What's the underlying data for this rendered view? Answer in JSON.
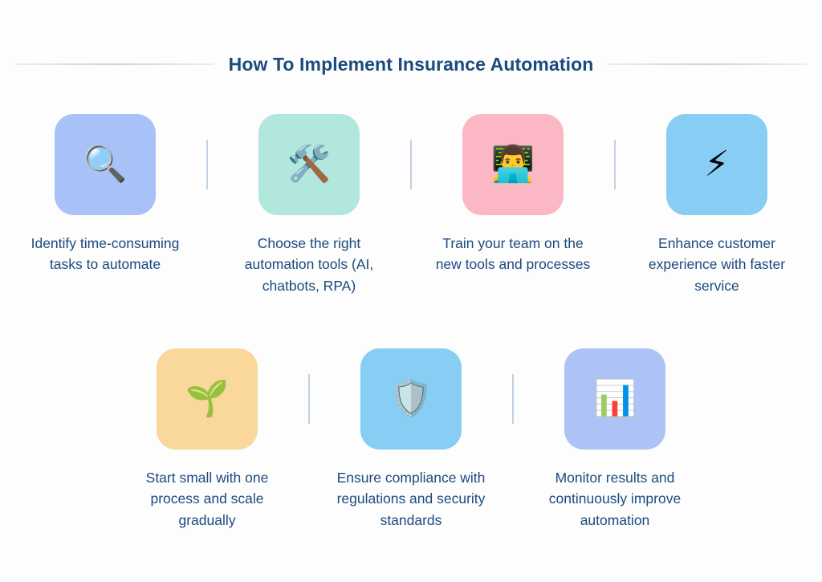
{
  "header": {
    "title": "How To Implement Insurance Automation",
    "rule_color": "#c8d4e2"
  },
  "theme": {
    "background": "#fdfdfd",
    "text_color": "#1b4a7f",
    "divider_color": "#c2d2e2"
  },
  "rows": [
    {
      "steps": [
        {
          "icon": "magnifying-glass-icon",
          "emoji": "🔍",
          "tile_color": "#a8c2f7",
          "caption": "Identify time-consuming tasks to automate"
        },
        {
          "icon": "hammer-and-wrench-icon",
          "emoji": "🛠️",
          "tile_color": "#b2e7dd",
          "caption": "Choose the right automation tools (AI, chatbots, RPA)"
        },
        {
          "icon": "technologist-icon",
          "emoji": "👨‍💻",
          "tile_color": "#fbb7c4",
          "caption": "Train your team on the new tools and processes"
        },
        {
          "icon": "high-voltage-icon",
          "emoji": "⚡",
          "tile_color": "#87cdf4",
          "caption": "Enhance customer experience with faster service"
        }
      ]
    },
    {
      "steps": [
        {
          "icon": "seedling-icon",
          "emoji": "🌱",
          "tile_color": "#fad89c",
          "caption": "Start small with one process and scale gradually"
        },
        {
          "icon": "shield-icon",
          "emoji": "🛡️",
          "tile_color": "#87cdf4",
          "caption": "Ensure compliance with regulations and security standards"
        },
        {
          "icon": "bar-chart-icon",
          "emoji": "📊",
          "tile_color": "#adc2f5",
          "caption": "Monitor results and continuously improve automation"
        }
      ]
    }
  ]
}
